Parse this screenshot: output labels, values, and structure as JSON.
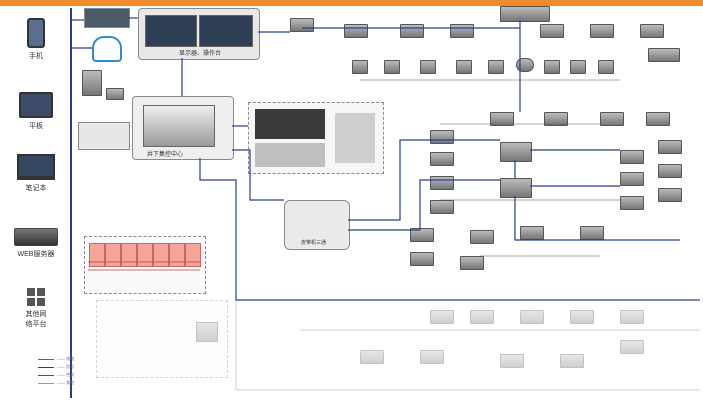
{
  "colors": {
    "accent": "#f08a2a",
    "line": "#2b3c8f",
    "cabinet": "#f4a59a"
  },
  "devices": [
    {
      "label": "手机",
      "icon": "phone-icon"
    },
    {
      "label": "平板",
      "icon": "tablet-icon"
    },
    {
      "label": "笔记本",
      "icon": "laptop-icon"
    },
    {
      "label": "WEB服务器",
      "icon": "server-icon"
    },
    {
      "label": "其他网络平台",
      "icon": "grid-icon"
    }
  ],
  "top": {
    "display_label": "显示器、操作台",
    "control_center_label": "井下集控中心",
    "conveyor_label": "皮带机三通"
  },
  "legend": [
    "——  电缆",
    "——  信号",
    "——  控制",
    "——  其他"
  ]
}
